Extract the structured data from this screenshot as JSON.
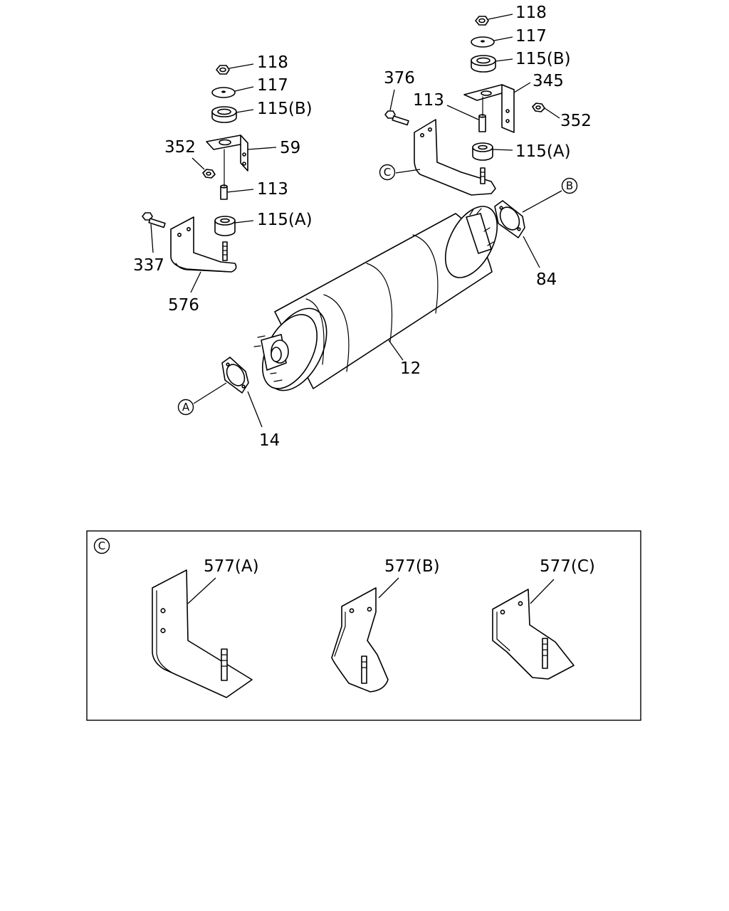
{
  "callouts": {
    "c118_left": "118",
    "c117_left": "117",
    "c115b_left": "115(B)",
    "c352_left": "352",
    "c59": "59",
    "c113_left": "113",
    "c115a_left": "115(A)",
    "c337": "337",
    "c576": "576",
    "c118_right": "118",
    "c117_right": "117",
    "c115b_right": "115(B)",
    "c376": "376",
    "c345": "345",
    "c113_right": "113",
    "c352_right": "352",
    "c115a_right": "115(A)",
    "c84": "84",
    "c12": "12",
    "c14": "14",
    "c577a": "577(A)",
    "c577b": "577(B)",
    "c577c": "577(C)"
  },
  "reference_markers": {
    "a": "A",
    "b": "B",
    "c": "C",
    "inset": "C"
  }
}
